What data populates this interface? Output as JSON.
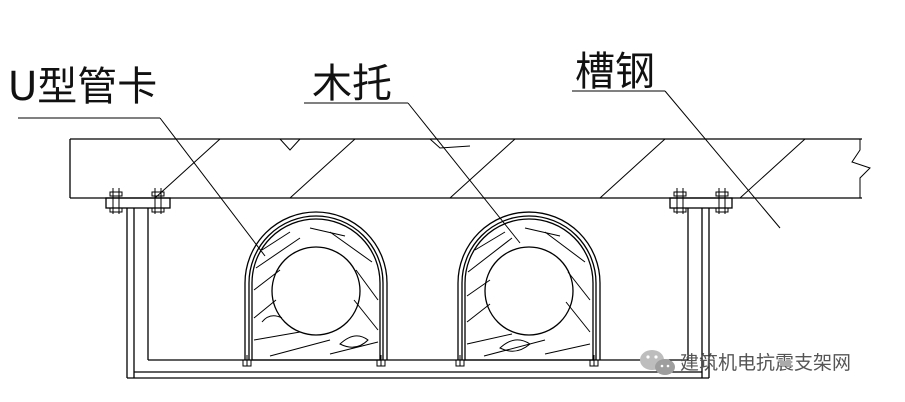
{
  "labels": {
    "u_clamp": "U型管卡",
    "wood_support": "木托",
    "channel_steel": "槽钢"
  },
  "watermark": {
    "text": "建筑机电抗震支架网",
    "icon": "wechat-icon"
  }
}
